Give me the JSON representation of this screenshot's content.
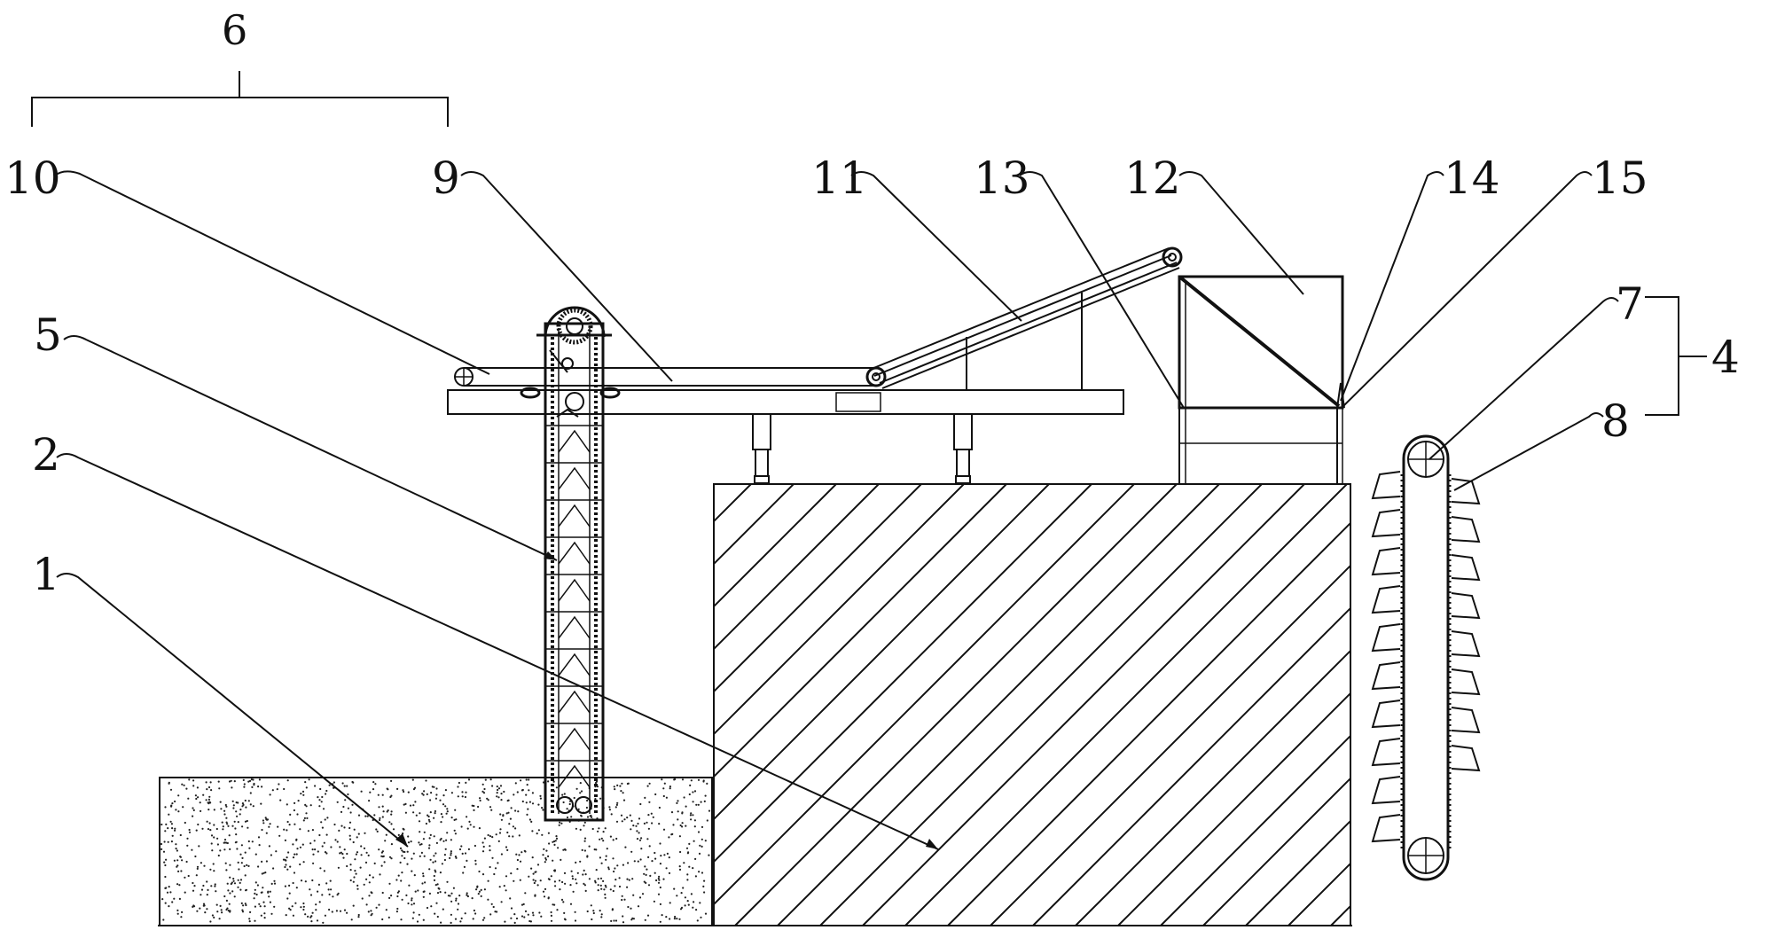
{
  "labels": {
    "l1": "1",
    "l2": "2",
    "l4": "4",
    "l5": "5",
    "l6": "6",
    "l7": "7",
    "l8": "8",
    "l9": "9",
    "l10": "10",
    "l11": "11",
    "l12": "12",
    "l13": "13",
    "l14": "14",
    "l15": "15"
  }
}
